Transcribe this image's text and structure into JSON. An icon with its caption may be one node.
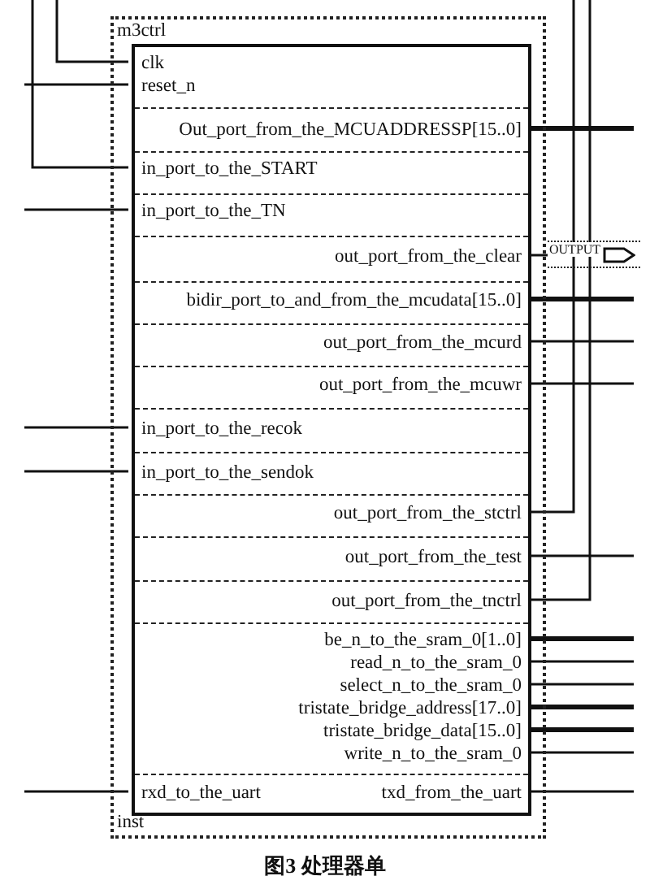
{
  "diagram": {
    "caption": "图3 处理器单",
    "nodes": [
      {
        "text": [
          "m3ctrl",
          "inst"
        ]
      },
      {
        "text": [
          "clk",
          "reset_n",
          "Out_port_from_the_MCUADDRESSP[15..0]",
          "in_port_to_the_START",
          "in_port_to_the_TN",
          "out_port_from_the_clear",
          "bidir_port_to_and_from_the_mcudata[15..0]",
          "out_port_from_the_mcurd",
          "out_port_from_the_mcuwr",
          "in_port_to_the_recok",
          "in_port_to_the_sendok",
          "out_port_from_the_stctrl",
          "out_port_from_the_test",
          "out_port_from_the_tnctrl",
          "be_n_to_the_sram_0[1..0]",
          "read_n_to_the_sram_0",
          "select_n_to_the_sram_0",
          "tristate_bridge_address[17..0]",
          "tristate_bridge_data[15..0]",
          "write_n_to_the_sram_0",
          "rxd_to_the_uart",
          "txd_from_the_uart"
        ],
        "in": 0
      },
      {
        "text": [
          "OUTPUT"
        ]
      }
    ],
    "edges": [
      {
        "from": null,
        "to": 1,
        "arrow": "none"
      },
      {
        "from": null,
        "to": 1,
        "arrow": "none"
      },
      {
        "from": null,
        "to": 1,
        "arrow": "none"
      },
      {
        "from": null,
        "to": 1,
        "arrow": "none"
      },
      {
        "from": null,
        "to": 1,
        "arrow": "none"
      },
      {
        "from": null,
        "to": 1,
        "arrow": "none"
      },
      {
        "from": null,
        "to": 1,
        "arrow": "none"
      },
      {
        "from": 1,
        "to": null,
        "arrow": "none",
        "style": "thick"
      },
      {
        "from": 1,
        "to": 2,
        "arrow": "none"
      },
      {
        "from": 1,
        "to": null,
        "arrow": "none",
        "style": "thick"
      },
      {
        "from": 1,
        "to": null,
        "arrow": "none"
      },
      {
        "from": 1,
        "to": null,
        "arrow": "none"
      },
      {
        "from": 1,
        "to": null,
        "arrow": "none"
      },
      {
        "from": 1,
        "to": null,
        "arrow": "none"
      },
      {
        "from": 1,
        "to": null,
        "arrow": "none"
      },
      {
        "from": 1,
        "to": null,
        "arrow": "none",
        "style": "thick"
      },
      {
        "from": 1,
        "to": null,
        "arrow": "none"
      },
      {
        "from": 1,
        "to": null,
        "arrow": "none"
      },
      {
        "from": 1,
        "to": null,
        "arrow": "none",
        "style": "thick"
      },
      {
        "from": 1,
        "to": null,
        "arrow": "none",
        "style": "thick"
      },
      {
        "from": 1,
        "to": null,
        "arrow": "none"
      },
      {
        "from": 1,
        "to": null,
        "arrow": "none"
      }
    ]
  }
}
